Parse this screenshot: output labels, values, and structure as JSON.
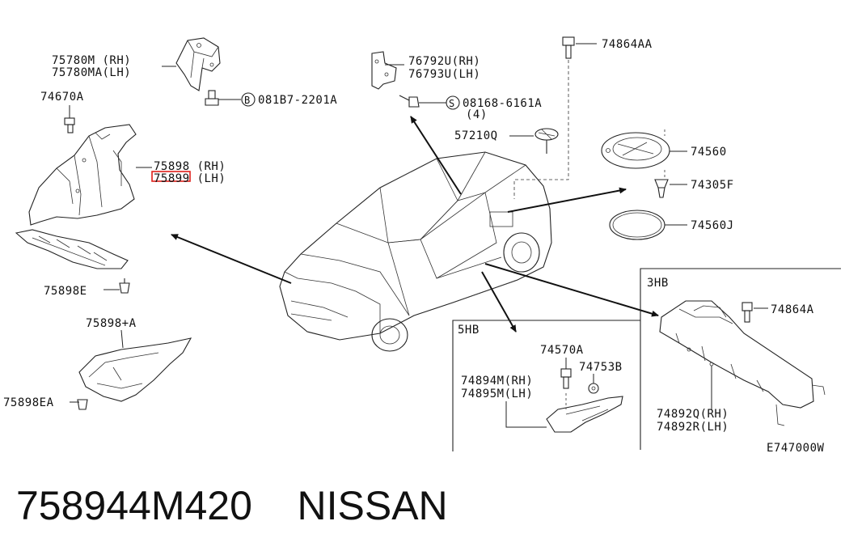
{
  "diagram": {
    "labels": {
      "p75780": "75780M (RH)",
      "p75780a": "75780MA(LH)",
      "p081b7": "081B7-2201A",
      "p081b7_circle": "B",
      "p74670": "74670A",
      "p75898rh": "75898 (RH)",
      "p75899lh": "75899 (LH)",
      "p75898e": "75898E",
      "p75898a": "75898+A",
      "p75898ea": "75898EA",
      "p76792": "76792U(RH)",
      "p76793": "76793U(LH)",
      "p08168": "08168-6161A",
      "p08168_circle": "S",
      "p08168_qty": "(4)",
      "p57210": "57210Q",
      "p74864aa": "74864AA",
      "p74560": "74560",
      "p74305": "74305F",
      "p74560j": "74560J",
      "p74570": "74570A",
      "p74753": "74753B",
      "p74894": "74894M(RH)",
      "p74895": "74895M(LH)",
      "p74864a": "74864A",
      "p74892q": "74892Q(RH)",
      "p74892r": "74892R(LH)",
      "box5hb": "5HB",
      "box3hb": "3HB",
      "ref": "E747000W"
    },
    "highlight_color": "#e0201a",
    "line_color": "#222222"
  },
  "footer": {
    "part_number": "758944M420",
    "brand": "NISSAN"
  }
}
